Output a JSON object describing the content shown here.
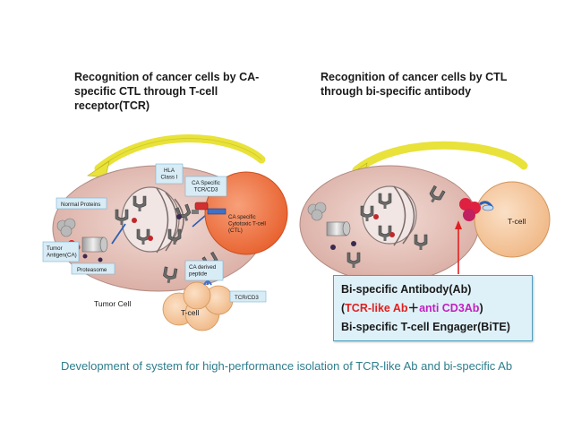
{
  "titles": {
    "left": "Recognition of cancer cells by CA-specific CTL through T-cell receptor(TCR)",
    "right": "Recognition of cancer cells by CTL through bi-specific antibody"
  },
  "left_panel": {
    "labels": {
      "hla": "HLA Class I",
      "ca_specific_tcr": "CA Specific TCR/CD3",
      "normal_proteins": "Normal Proteins",
      "tumor_antigen": "Tumor Antigen(CA)",
      "proteasome": "Proteasome",
      "ca_derived_peptide": "CA derived peptide",
      "tumor_cell": "Tumor Cell",
      "ctl": "CA specific Cytotoxic T-cell (CTL)",
      "tcr_cd3": "TCR/CD3",
      "t_cell": "T-cell"
    }
  },
  "right_panel": {
    "labels": {
      "t_cell": "T-cell"
    },
    "box": {
      "line1": "Bi-specific Antibody(Ab)",
      "line2_open": "(",
      "line2_tcr": "TCR-like Ab",
      "line2_plus": "＋",
      "line2_anti": "anti CD3Ab",
      "line2_close": ")",
      "line3": "Bi-specific T-cell Engager(BiTE)"
    }
  },
  "caption": "Development of system for high-performance isolation of TCR-like Ab and bi-specific Ab",
  "colors": {
    "cell_fill": "#e6c3bb",
    "ctl_fill": "#f07b4a",
    "tcell_fill": "#f5c9a0",
    "arrow_yellow": "#e8e23a",
    "label_box": "#d8ecf6",
    "caption": "#2e7d8c"
  }
}
